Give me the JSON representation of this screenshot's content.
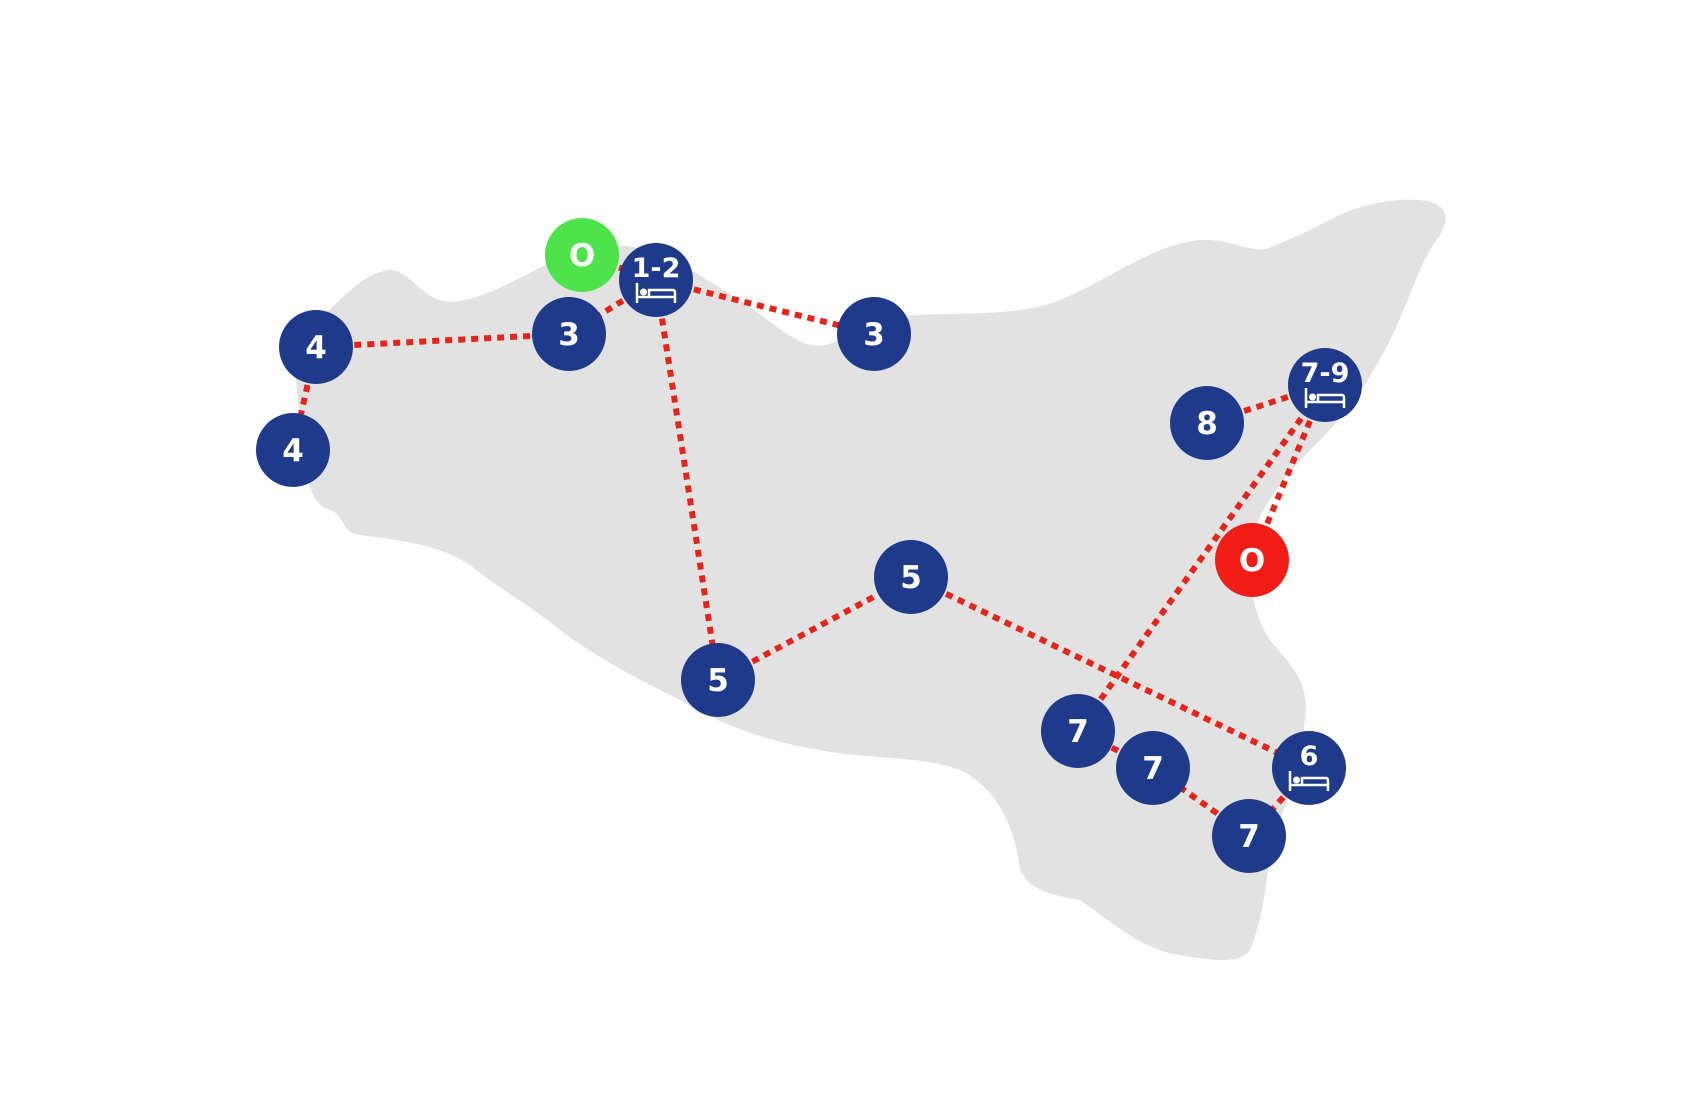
{
  "colors": {
    "island": "#e2e2e2",
    "route": "#e5251b",
    "stop": "#1f3a8a",
    "start": "#4ee24b",
    "end": "#f01d16",
    "text": "#ffffff"
  },
  "markers": {
    "start": {
      "label": "O",
      "icon": "start-marker-icon"
    },
    "end": {
      "label": "O",
      "icon": "end-marker-icon"
    }
  },
  "stops": [
    {
      "id": "s12",
      "label": "1-2",
      "overnight": true
    },
    {
      "id": "s3a",
      "label": "3",
      "overnight": false
    },
    {
      "id": "s3b",
      "label": "3",
      "overnight": false
    },
    {
      "id": "s4a",
      "label": "4",
      "overnight": false
    },
    {
      "id": "s4b",
      "label": "4",
      "overnight": false
    },
    {
      "id": "s5a",
      "label": "5",
      "overnight": false
    },
    {
      "id": "s5b",
      "label": "5",
      "overnight": false
    },
    {
      "id": "s6",
      "label": "6",
      "overnight": true
    },
    {
      "id": "s7a",
      "label": "7",
      "overnight": false
    },
    {
      "id": "s7b",
      "label": "7",
      "overnight": false
    },
    {
      "id": "s7c",
      "label": "7",
      "overnight": false
    },
    {
      "id": "s79",
      "label": "7-9",
      "overnight": true
    },
    {
      "id": "s8",
      "label": "8",
      "overnight": false
    }
  ],
  "legs": [
    [
      "start",
      "s12"
    ],
    [
      "s12",
      "s3a"
    ],
    [
      "s12",
      "s3b"
    ],
    [
      "s3a",
      "s4a"
    ],
    [
      "s4a",
      "s4b"
    ],
    [
      "s12",
      "s5a"
    ],
    [
      "s5a",
      "s5b"
    ],
    [
      "s5b",
      "s6"
    ],
    [
      "s6",
      "s7c"
    ],
    [
      "s7c",
      "s7b"
    ],
    [
      "s7b",
      "s7a"
    ],
    [
      "s7a",
      "s79"
    ],
    [
      "s79",
      "s8"
    ],
    [
      "s79",
      "end"
    ]
  ]
}
